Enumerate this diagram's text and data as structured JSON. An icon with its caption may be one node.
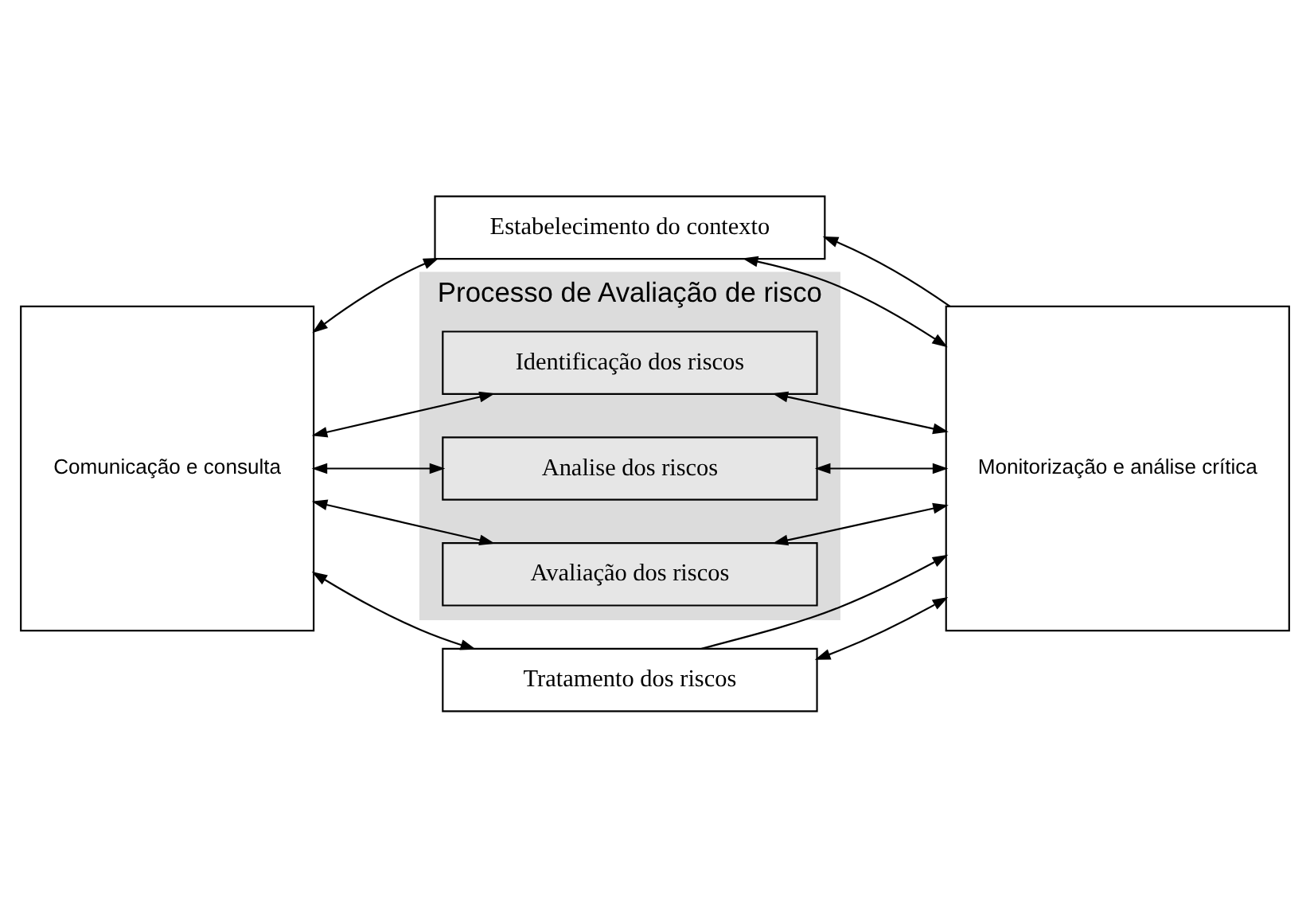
{
  "diagram": {
    "nodes": [
      {
        "text": [
          "Comunicação e consulta"
        ]
      },
      {
        "text": [
          "Estabelecimento do contexto"
        ]
      },
      {
        "text": [
          "Processo de Avaliação de risco"
        ]
      },
      {
        "text": [
          "Identificação dos riscos"
        ],
        "in": 2
      },
      {
        "text": [
          "Analise dos riscos"
        ],
        "in": 2
      },
      {
        "text": [
          "Avaliação dos riscos"
        ],
        "in": 2
      },
      {
        "text": [
          "Tratamento dos riscos"
        ]
      },
      {
        "text": [
          "Monitorização e análise crítica"
        ]
      }
    ],
    "edges": [
      {
        "from": 7,
        "to": 1,
        "arrow": "to"
      },
      {
        "from": 0,
        "to": 1,
        "arrow": "both"
      },
      {
        "from": 1,
        "to": 7,
        "arrow": "both"
      },
      {
        "from": 0,
        "to": 3,
        "arrow": "both"
      },
      {
        "from": 3,
        "to": 7,
        "arrow": "both"
      },
      {
        "from": 0,
        "to": 4,
        "arrow": "both"
      },
      {
        "from": 4,
        "to": 7,
        "arrow": "both"
      },
      {
        "from": 0,
        "to": 5,
        "arrow": "both"
      },
      {
        "from": 5,
        "to": 7,
        "arrow": "both"
      },
      {
        "from": 0,
        "to": 6,
        "arrow": "both"
      },
      {
        "from": 6,
        "to": 7,
        "arrow": "both"
      },
      {
        "from": 6,
        "to": 7,
        "arrow": "to"
      }
    ]
  }
}
